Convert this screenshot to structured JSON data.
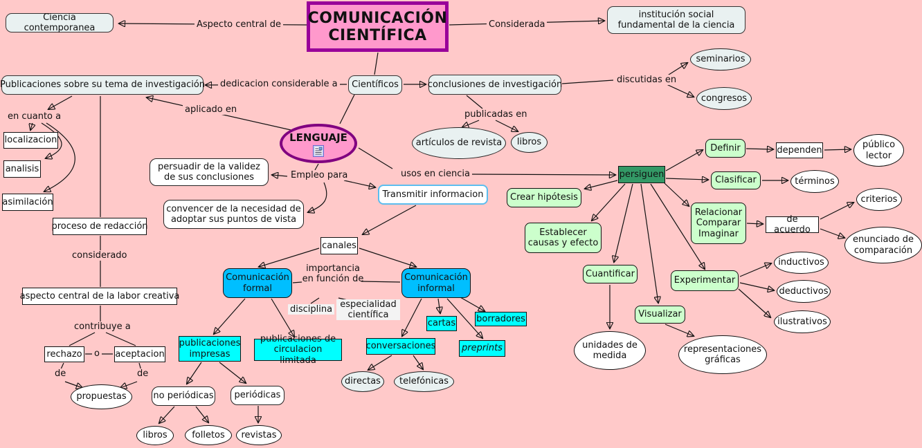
{
  "title": {
    "line1": "COMUNICACIÓN",
    "line2": "CIENTÍFICA"
  },
  "colors": {
    "background": "#FFC9C9",
    "title_fill": "#FF99CC",
    "title_border": "#990099",
    "lenguaje_border": "#800080",
    "concept_fill": "#E9F1F1",
    "white_fill": "#FFFFFF",
    "green_fill": "#CCFFCC",
    "dark_green_fill": "#339966",
    "blue_fill": "#00BFFF",
    "cyan_fill": "#00FFFF",
    "transmitir_border": "#5BBDEE",
    "line_color": "#111111"
  },
  "nodes": {
    "ciencia_contemporanea": {
      "label": "Ciencia contemporanea"
    },
    "institucion_social": {
      "label": "institución social fundamental de la ciencia"
    },
    "seminarios": {
      "label": "seminarios"
    },
    "congresos": {
      "label": "congresos"
    },
    "publicaciones_tema": {
      "label": "Publicaciones sobre su tema de investigación"
    },
    "cientificos": {
      "label": "Científicos"
    },
    "conclusiones": {
      "label": "conclusiones de investigación"
    },
    "articulos_revista": {
      "label": "artículos de revista"
    },
    "libros_publicacion": {
      "label": "libros"
    },
    "localizacion": {
      "label": "localizacion"
    },
    "analisis": {
      "label": "analisis"
    },
    "asimilacion": {
      "label": "asimilación"
    },
    "lenguaje": {
      "label": "LENGUAJE"
    },
    "persuadir": {
      "label": "persuadir de la validez de sus conclusiones"
    },
    "convencer": {
      "label": "convencer de la necesidad de adoptar sus puntos de vista"
    },
    "transmitir": {
      "label": "Transmitir informacion"
    },
    "persiguen": {
      "label": "persiguen"
    },
    "definir": {
      "label": "Definir"
    },
    "dependen": {
      "label": "dependen"
    },
    "publico_lector": {
      "label": "público lector"
    },
    "clasificar": {
      "label": "Clasificar"
    },
    "terminos": {
      "label": "términos"
    },
    "relacionar": {
      "label": "Relacionar Comparar Imaginar"
    },
    "de_acuerdo": {
      "label": "de acuerdo"
    },
    "criterios": {
      "label": "criterios"
    },
    "enunciado": {
      "label": "enunciado de comparación"
    },
    "crear_hipotesis": {
      "label": "Crear hipótesis"
    },
    "establecer": {
      "label": "Establecer causas y efecto"
    },
    "cuantificar": {
      "label": "Cuantificar"
    },
    "visualizar": {
      "label": "Visualizar"
    },
    "experimentar": {
      "label": "Experimentar"
    },
    "unidades_medida": {
      "label": "unidades de medida"
    },
    "representaciones": {
      "label": "representaciones gráficas"
    },
    "inductivos": {
      "label": "inductivos"
    },
    "deductivos": {
      "label": "deductivos"
    },
    "ilustrativos": {
      "label": "ilustrativos"
    },
    "proceso_redaccion": {
      "label": "proceso de redacción"
    },
    "aspecto_labor": {
      "label": "aspecto central de la labor creativa"
    },
    "rechazo": {
      "label": "rechazo"
    },
    "aceptacion": {
      "label": "aceptacion"
    },
    "propuestas": {
      "label": "propuestas"
    },
    "canales": {
      "label": "canales"
    },
    "comunicacion_formal": {
      "label": "Comunicación formal"
    },
    "comunicacion_informal": {
      "label": "Comunicación informal"
    },
    "publicaciones_impresas": {
      "label": "publicaciones impresas"
    },
    "publicaciones_circulacion": {
      "label": "publicaciones de circulacion limitada"
    },
    "conversaciones": {
      "label": "conversaciones"
    },
    "cartas": {
      "label": "cartas"
    },
    "borradores": {
      "label": "borradores"
    },
    "preprints": {
      "label": "preprints"
    },
    "directas": {
      "label": "directas"
    },
    "telefonicas": {
      "label": "telefónicas"
    },
    "no_periodicas": {
      "label": "no periódicas"
    },
    "periodicas": {
      "label": "periódicas"
    },
    "libros_no_periodicas": {
      "label": "libros"
    },
    "folletos": {
      "label": "folletos"
    },
    "revistas": {
      "label": "revistas"
    }
  },
  "labels": {
    "aspecto_central_de": "Aspecto central de",
    "considerada": "Considerada",
    "dedicacion": "dedicacion considerable a",
    "discutidas_en": "discutidas en",
    "publicadas_en": "publicadas en",
    "aplicado_en": "aplicado en",
    "en_cuanto_a": "en cuanto a",
    "considerado": "considerado",
    "contribuye_a": "contribuye a",
    "o": "o",
    "de_rechazo": "de",
    "de_aceptacion": "de",
    "empleo_para": "Empleo para",
    "usos_en_ciencia": "usos en ciencia",
    "importancia": "importancia en función de",
    "disciplina": "disciplina",
    "especialidad": "especialidad científica"
  }
}
